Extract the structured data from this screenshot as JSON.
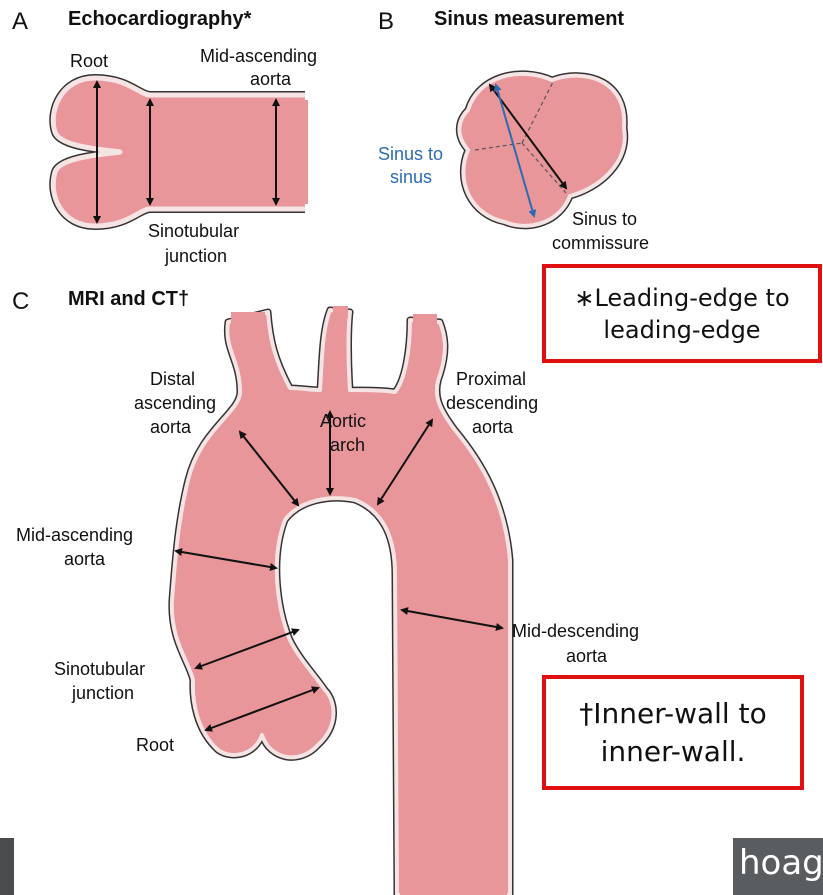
{
  "panel_a": {
    "letter": "A",
    "title": "Echocardiography*",
    "labels": {
      "root": "Root",
      "mid_ascending_1": "Mid-ascending",
      "mid_ascending_2": "aorta",
      "sinotubular_1": "Sinotubular",
      "sinotubular_2": "junction"
    }
  },
  "panel_b": {
    "letter": "B",
    "title": "Sinus measurement",
    "labels": {
      "sinus_to_sinus_1": "Sinus to",
      "sinus_to_sinus_2": "sinus",
      "sinus_to_commissure_1": "Sinus to",
      "sinus_to_commissure_2": "commissure"
    }
  },
  "panel_c": {
    "letter": "C",
    "title": "MRI and CT†",
    "labels": {
      "distal_1": "Distal",
      "distal_2": "ascending",
      "distal_3": "aorta",
      "arch_1": "Aortic",
      "arch_2": "arch",
      "prox_1": "Proximal",
      "prox_2": "descending",
      "prox_3": "aorta",
      "midasc_1": "Mid-ascending",
      "midasc_2": "aorta",
      "middesc_1": "Mid-descending",
      "middesc_2": "aorta",
      "stj_1": "Sinotubular",
      "stj_2": "junction",
      "root": "Root"
    }
  },
  "notes": {
    "leading_1": "∗Leading-edge to",
    "leading_2": "leading-edge",
    "inner_1": "†Inner-wall to",
    "inner_2": "inner-wall."
  },
  "logo": {
    "text": "hoag",
    "dot": "."
  },
  "colors": {
    "vessel_fill": "#e8969a",
    "vessel_wall": "#f6e4e4",
    "outline": "#333333",
    "accent_blue": "#2b6cb0",
    "note_border": "#e01010",
    "logo_bg": "#5a5d60",
    "logo_dot": "#f28c28"
  }
}
